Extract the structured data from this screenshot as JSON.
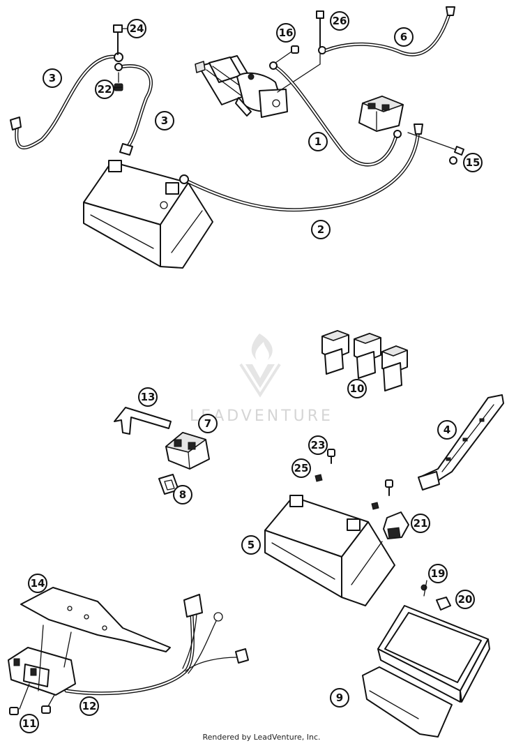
{
  "watermark": {
    "brand": "LEADVENTURE"
  },
  "footer": {
    "credit": "Rendered by LeadVenture, Inc."
  },
  "callouts": [
    {
      "id": "24",
      "label": "24"
    },
    {
      "id": "3a",
      "label": "3"
    },
    {
      "id": "22",
      "label": "22"
    },
    {
      "id": "3b",
      "label": "3"
    },
    {
      "id": "16",
      "label": "16"
    },
    {
      "id": "26",
      "label": "26"
    },
    {
      "id": "6",
      "label": "6"
    },
    {
      "id": "1",
      "label": "1"
    },
    {
      "id": "15",
      "label": "15"
    },
    {
      "id": "2",
      "label": "2"
    },
    {
      "id": "10",
      "label": "10"
    },
    {
      "id": "13",
      "label": "13"
    },
    {
      "id": "7",
      "label": "7"
    },
    {
      "id": "8",
      "label": "8"
    },
    {
      "id": "4",
      "label": "4"
    },
    {
      "id": "23",
      "label": "23"
    },
    {
      "id": "25",
      "label": "25"
    },
    {
      "id": "21",
      "label": "21"
    },
    {
      "id": "5",
      "label": "5"
    },
    {
      "id": "19",
      "label": "19"
    },
    {
      "id": "20",
      "label": "20"
    },
    {
      "id": "14",
      "label": "14"
    },
    {
      "id": "12",
      "label": "12"
    },
    {
      "id": "11",
      "label": "11"
    },
    {
      "id": "9",
      "label": "9"
    }
  ]
}
